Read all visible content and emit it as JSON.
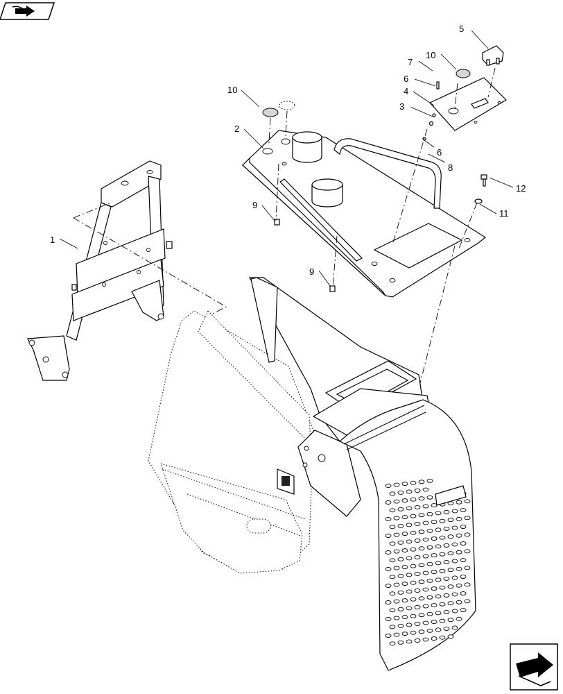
{
  "callouts": [
    {
      "id": "1",
      "label": "1"
    },
    {
      "id": "2",
      "label": "2"
    },
    {
      "id": "3",
      "label": "3"
    },
    {
      "id": "4",
      "label": "4"
    },
    {
      "id": "5",
      "label": "5"
    },
    {
      "id": "6a",
      "label": "6"
    },
    {
      "id": "6b",
      "label": "6"
    },
    {
      "id": "7",
      "label": "7"
    },
    {
      "id": "8",
      "label": "8"
    },
    {
      "id": "9a",
      "label": "9"
    },
    {
      "id": "9b",
      "label": "9"
    },
    {
      "id": "10a",
      "label": "10"
    },
    {
      "id": "10b",
      "label": "10"
    },
    {
      "id": "11",
      "label": "11"
    },
    {
      "id": "12",
      "label": "12"
    }
  ],
  "icons": {
    "top_left": "book-arrow-icon",
    "bottom_right": "next-page-arrow-icon"
  }
}
